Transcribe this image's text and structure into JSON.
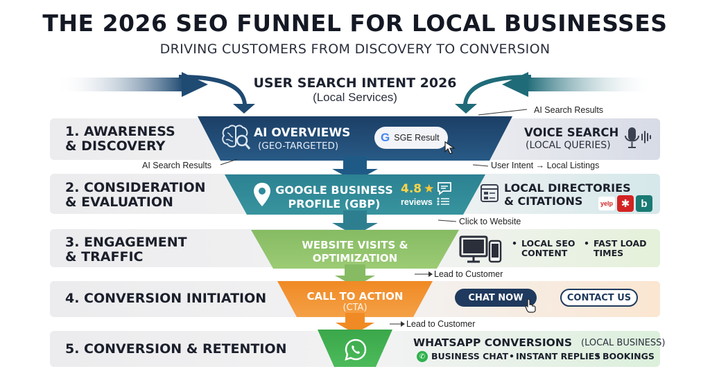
{
  "header": {
    "title": "THE 2026 SEO FUNNEL FOR LOCAL BUSINESSES",
    "subtitle": "DRIVING CUSTOMERS FROM DISCOVERY TO CONVERSION"
  },
  "intent": {
    "title": "USER SEARCH INTENT 2026",
    "subtitle": "(Local Services)"
  },
  "notes": {
    "ai_search_right": "AI Search Results",
    "ai_search_left": "AI Search Results",
    "user_intent": "User Intent → Local Listings",
    "click_website": "Click to Website",
    "lead_customer_1": "Lead to Customer",
    "lead_customer_2": "Lead to Customer"
  },
  "stages": [
    {
      "label": "1. AWARENESS\n& DISCOVERY",
      "funnel_title": "AI OVERVIEWS",
      "funnel_sub": "(GEO-TARGETED)",
      "badge": "SGE Result",
      "right_title": "VOICE SEARCH",
      "right_sub": "(LOCAL QUERIES)"
    },
    {
      "label": "2. CONSIDERATION\n& EVALUATION",
      "funnel_title": "GOOGLE BUSINESS\nPROFILE (GBP)",
      "rating": "4.8",
      "reviews": "reviews",
      "right_title": "LOCAL DIRECTORIES\n& CITATIONS",
      "yelp": "yelp"
    },
    {
      "label": "3. ENGAGEMENT\n& TRAFFIC",
      "funnel_title": "WEBSITE VISITS &\nOPTIMIZATION",
      "bullets": [
        "LOCAL SEO\nCONTENT",
        "FAST LOAD\nTIMES"
      ]
    },
    {
      "label": "4. CONVERSION INITIATION",
      "funnel_title": "CALL TO ACTION",
      "funnel_sub": "(CTA)",
      "buttons": [
        "CHAT NOW",
        "CONTACT US"
      ]
    },
    {
      "label": "5. CONVERSION & RETENTION",
      "right_title": "WHATSAPP CONVERSIONS",
      "right_sub": "(LOCAL BUSINESS)",
      "features": [
        "BUSINESS CHAT",
        "INSTANT REPLIES",
        "BOOKINGS"
      ]
    }
  ],
  "colors": {
    "stage1": "#1f4a72",
    "stage2": "#2f8a9a",
    "stage3": "#8dc06a",
    "stage4": "#f08a24",
    "stage5": "#3fae4f"
  }
}
